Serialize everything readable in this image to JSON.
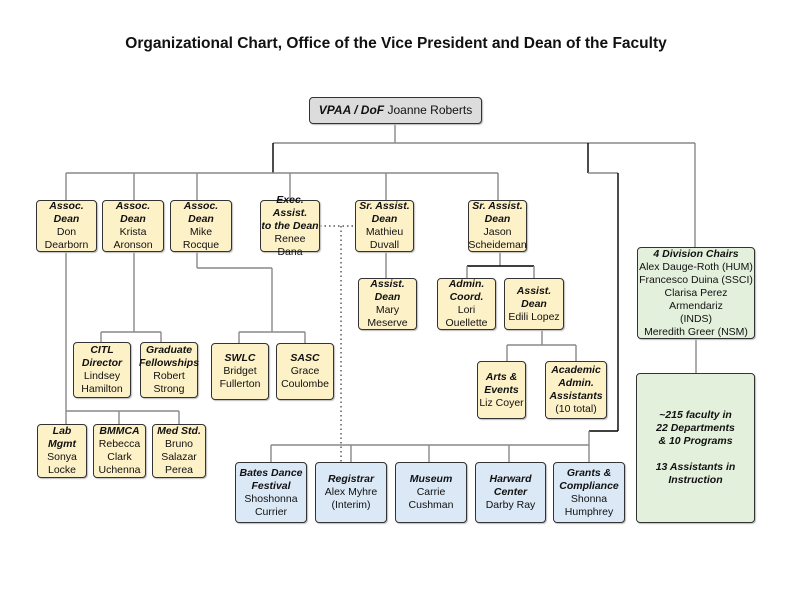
{
  "title": "Organizational Chart, Office of the Vice President and Dean of the Faculty",
  "colors": {
    "leader": "#dcdcdc",
    "staff": "#fdf1c8",
    "programs": "#dbe8f6",
    "faculty": "#e3f0dc",
    "line": "#888888"
  },
  "boxes": {
    "vpaa": {
      "title": [
        "VPAA / DoF"
      ],
      "name": [
        "Joanne Roberts"
      ]
    },
    "dearborn": {
      "title": [
        "Assoc. Dean"
      ],
      "name": [
        "Don",
        "Dearborn"
      ]
    },
    "aronson": {
      "title": [
        "Assoc. Dean"
      ],
      "name": [
        "Krista",
        "Aronson"
      ]
    },
    "rocque": {
      "title": [
        "Assoc. Dean"
      ],
      "name": [
        "Mike Rocque"
      ]
    },
    "dana": {
      "title": [
        "Exec. Assist.",
        "to the Dean"
      ],
      "name": [
        "Renee Dana"
      ]
    },
    "duvall": {
      "title": [
        "Sr. Assist.",
        "Dean"
      ],
      "name": [
        "Mathieu",
        "Duvall"
      ]
    },
    "scheideman": {
      "title": [
        "Sr. Assist.",
        "Dean"
      ],
      "name": [
        "Jason",
        "Scheideman"
      ]
    },
    "meserve": {
      "title": [
        "Assist.",
        "Dean"
      ],
      "name": [
        "Mary",
        "Meserve"
      ]
    },
    "ouellette": {
      "title": [
        "Admin.",
        "Coord."
      ],
      "name": [
        "Lori",
        "Ouellette"
      ]
    },
    "lopez": {
      "title": [
        "Assist.",
        "Dean"
      ],
      "name": [
        "Edili Lopez"
      ]
    },
    "coyer": {
      "title": [
        "Arts &",
        "Events"
      ],
      "name": [
        "Liz Coyer"
      ]
    },
    "assistants": {
      "title": [
        "Academic",
        "Admin.",
        "Assistants"
      ],
      "name": [
        "(10 total)"
      ]
    },
    "citl": {
      "title": [
        "CITL",
        "Director"
      ],
      "name": [
        "Lindsey",
        "Hamilton"
      ]
    },
    "fellowships": {
      "title": [
        "Graduate",
        "Fellowships"
      ],
      "name": [
        "Robert",
        "Strong"
      ]
    },
    "swlc": {
      "title": [
        "SWLC"
      ],
      "name": [
        "Bridget",
        "Fullerton"
      ]
    },
    "sasc": {
      "title": [
        "SASC"
      ],
      "name": [
        "Grace",
        "Coulombe"
      ]
    },
    "labmgmt": {
      "title": [
        "Lab Mgmt"
      ],
      "name": [
        "Sonya",
        "Locke"
      ]
    },
    "bmmca": {
      "title": [
        "BMMCA"
      ],
      "name": [
        "Rebecca",
        "Clark",
        "Uchenna"
      ]
    },
    "medstd": {
      "title": [
        "Med Std."
      ],
      "name": [
        "Bruno",
        "Salazar",
        "Perea"
      ]
    },
    "dance": {
      "title": [
        "Bates Dance",
        "Festival"
      ],
      "name": [
        "Shoshonna",
        "Currier"
      ]
    },
    "registrar": {
      "title": [
        "Registrar"
      ],
      "name": [
        "Alex Myhre",
        "(Interim)"
      ]
    },
    "museum": {
      "title": [
        "Museum"
      ],
      "name": [
        "Carrie",
        "Cushman"
      ]
    },
    "harward": {
      "title": [
        "Harward",
        "Center"
      ],
      "name": [
        "Darby Ray"
      ]
    },
    "grants": {
      "title": [
        "Grants &",
        "Compliance"
      ],
      "name": [
        "Shonna",
        "Humphrey"
      ]
    },
    "chairs": {
      "title": [
        "4 Division Chairs"
      ],
      "name": [
        "Alex Dauge-Roth (HUM)",
        "Francesco Duina (SSCI)",
        "Clarisa Perez Armendariz",
        "(INDS)",
        "Meredith Greer (NSM)"
      ]
    },
    "faculty": {
      "title": [
        "~215 faculty in",
        "22 Departments",
        "& 10 Programs",
        "",
        "13 Assistants in",
        "Instruction"
      ],
      "name": []
    }
  }
}
